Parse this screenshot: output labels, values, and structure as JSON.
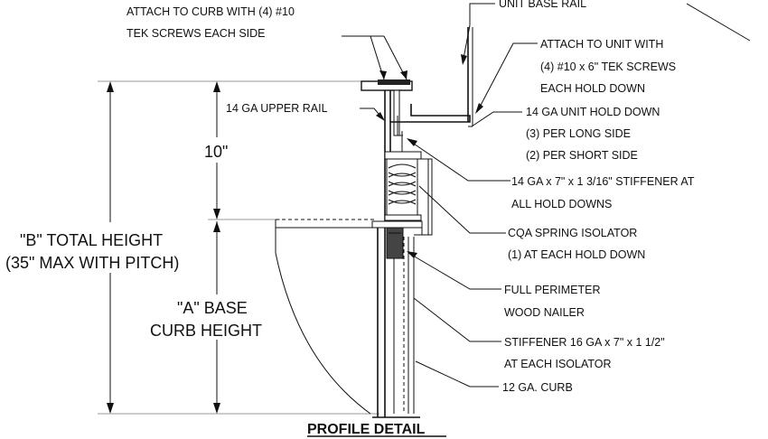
{
  "diagram": {
    "title": "PROFILE DETAIL",
    "labels": {
      "attach_curb_1": "ATTACH TO CURB WITH (4) #10",
      "attach_curb_2": "TEK SCREWS EACH SIDE",
      "unit_base_rail": "UNIT BASE RAIL",
      "attach_unit_1": "ATTACH TO UNIT WITH",
      "attach_unit_2": "(4) #10 x 6\" TEK SCREWS",
      "attach_unit_3": "EACH HOLD DOWN",
      "upper_rail": "14 GA UPPER RAIL",
      "hold_down_1": "14 GA UNIT HOLD DOWN",
      "hold_down_2": "(3) PER LONG SIDE",
      "hold_down_3": "(2) PER SHORT SIDE",
      "dim_10": "10\"",
      "stiffener_hd_1": "14 GA x 7\" x 1 3/16\" STIFFENER AT",
      "stiffener_hd_2": "ALL HOLD DOWNS",
      "total_height_1": "\"B\" TOTAL HEIGHT",
      "total_height_2": "(35\" MAX WITH PITCH)",
      "spring_1": "CQA SPRING ISOLATOR",
      "spring_2": "(1) AT EACH HOLD DOWN",
      "base_height_1": "\"A\" BASE",
      "base_height_2": "CURB HEIGHT",
      "nailer_1": "FULL PERIMETER",
      "nailer_2": "WOOD NAILER",
      "stiffener_iso_1": "STIFFENER 16 GA x 7\" x 1 1/2\"",
      "stiffener_iso_2": "AT EACH ISOLATOR",
      "curb": "12 GA. CURB"
    }
  }
}
